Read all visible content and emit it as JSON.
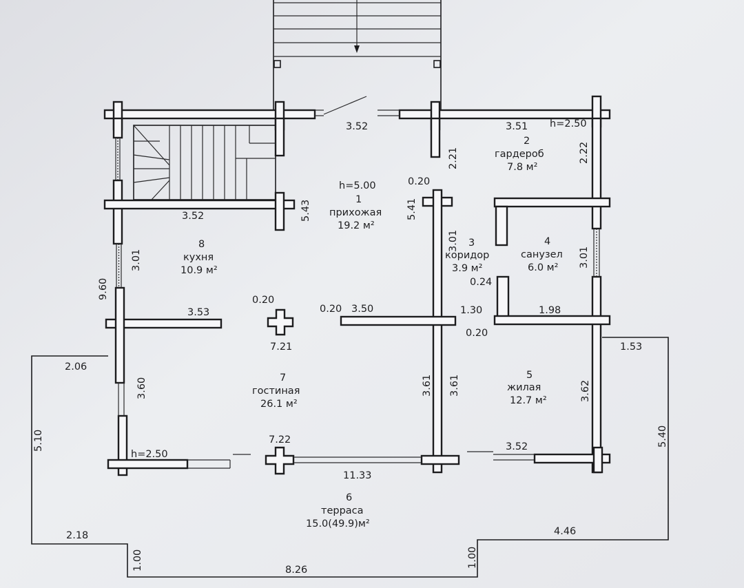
{
  "rooms": [
    {
      "number": "1",
      "name": "прихожая",
      "area": "19.2 м²",
      "height": "h=5.00"
    },
    {
      "number": "2",
      "name": "гардероб",
      "area": "7.8 м²",
      "height": "h=2.50"
    },
    {
      "number": "3",
      "name": "коридор",
      "area": "3.9 м²"
    },
    {
      "number": "4",
      "name": "санузел",
      "area": "6.0 м²"
    },
    {
      "number": "5",
      "name": "жилая",
      "area": "12.7 м²"
    },
    {
      "number": "6",
      "name": "терраса",
      "area": "15.0(49.9)м²"
    },
    {
      "number": "7",
      "name": "гостиная",
      "area": "26.1 м²",
      "height": "h=2.50"
    },
    {
      "number": "8",
      "name": "кухня",
      "area": "10.9 м²"
    }
  ],
  "dimensions": {
    "entry_door": "3.52",
    "wardrobe_top": "3.51",
    "wardrobe_left": "2.21",
    "wardrobe_right": "2.22",
    "kitchen_top": "3.52",
    "hall_height": "5.43",
    "corridor_wall_top": "0.20",
    "corridor_width": "5.41",
    "corridor_len": "3.01",
    "bath_right": "3.01",
    "bath_partition": "0.24",
    "kitchen_window": "3.01",
    "west_total": "9.60",
    "kitchen_partition": "3.53",
    "column_left_size": "0.20",
    "corridor_partition_size": "0.20",
    "corridor_partition": "3.50",
    "corridor_gap": "1.30",
    "bath_bottom": "1.98",
    "bath_bottom_wall": "0.20",
    "column_left_label": "7.21",
    "terrace_right_top": "1.53",
    "terrace_left_top": "2.06",
    "living_window": "3.60",
    "living_right_1": "3.61",
    "living_right_2": "3.61",
    "bedroom_right": "3.62",
    "terrace_left": "5.10",
    "terrace_right": "5.40",
    "column_bottom_label": "7.22",
    "bedroom_bottom": "3.52",
    "south_wall": "11.33",
    "terrace_bottom_left": "2.18",
    "terrace_bottom_right": "4.46",
    "terrace_step_left": "1.00",
    "terrace_step_right": "1.00",
    "terrace_bottom": "8.26"
  },
  "superscript": "2"
}
